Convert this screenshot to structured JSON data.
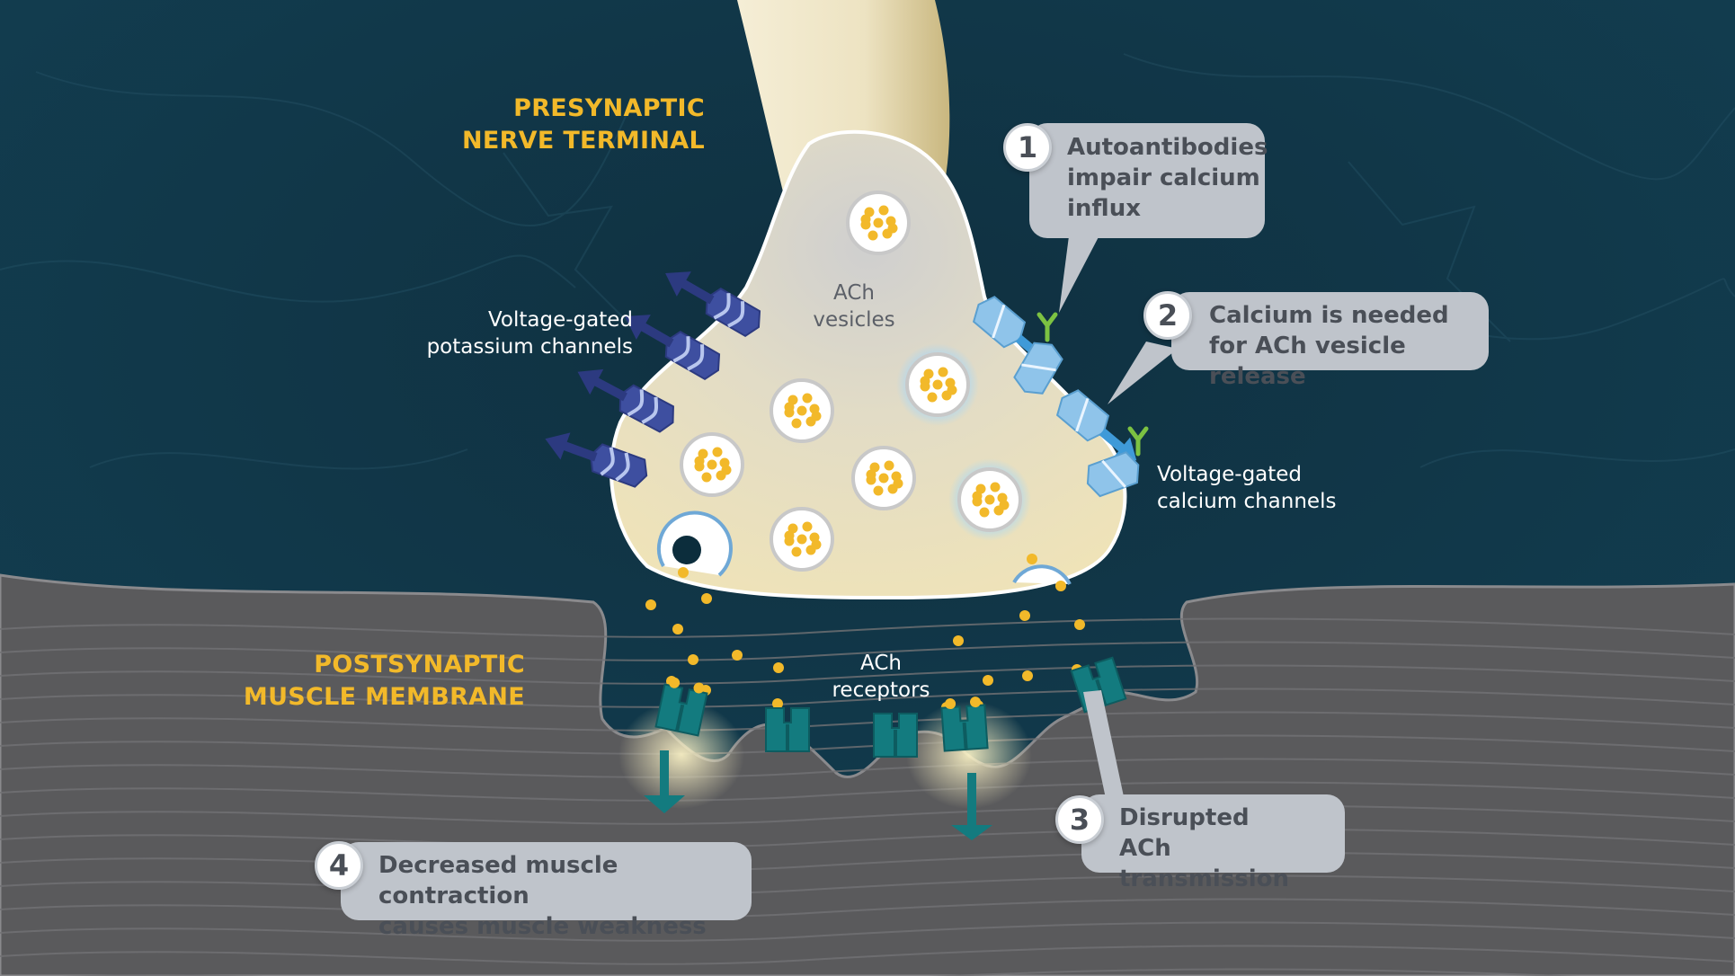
{
  "labels": {
    "presynaptic": [
      "PRESYNAPTIC",
      "NERVE TERMINAL"
    ],
    "postsynaptic": [
      "POSTSYNAPTIC",
      "MUSCLE MEMBRANE"
    ],
    "potassium_channels": [
      "Voltage-gated",
      "potassium channels"
    ],
    "calcium_channels": [
      "Voltage-gated",
      "calcium channels"
    ],
    "ach_vesicles": [
      "ACh",
      "vesicles"
    ],
    "ach_receptors": [
      "ACh",
      "receptors"
    ]
  },
  "callouts": [
    {
      "number": "1",
      "lines": [
        "Autoantibodies",
        "impair calcium",
        "influx"
      ]
    },
    {
      "number": "2",
      "lines": [
        "Calcium is needed",
        "for ACh vesicle release"
      ]
    },
    {
      "number": "3",
      "lines": [
        "Disrupted",
        "ACh transmission"
      ]
    },
    {
      "number": "4",
      "lines": [
        "Decreased muscle contraction",
        "causes muscle weakness"
      ]
    }
  ],
  "colors": {
    "background": "#0c2d3c",
    "accent_label": "#f2b92a",
    "callout_fill": "#bfc4cb",
    "callout_text": "#4a4f57",
    "terminal_fill": "#ede3c2",
    "muscle_fill": "#5a5a5c",
    "receptor": "#137b7f",
    "potassium_channel": "#3e4fa0",
    "calcium_channel": "#8fc4ea",
    "ach_dot": "#f2b92a",
    "antibody": "#7cc242"
  }
}
